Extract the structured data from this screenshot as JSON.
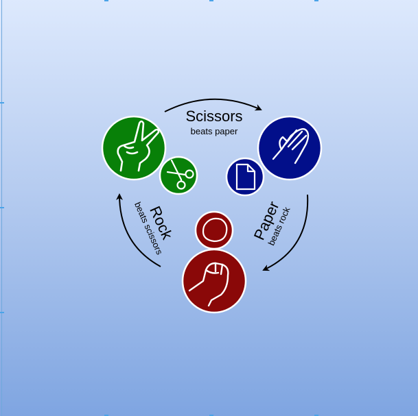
{
  "colors": {
    "scissors": "#088008",
    "paper": "#020f8a",
    "rock": "#8a0808",
    "outline": "#ffffff",
    "arrow": "#000000"
  },
  "labels": {
    "scissors": {
      "name": "Scissors",
      "beats": "beats paper"
    },
    "paper": {
      "name": "Paper",
      "beats": "beats rock"
    },
    "rock": {
      "name": "Rock",
      "beats": "beats scissors"
    }
  },
  "icons": {
    "scissors_hand": "victory-hand-icon",
    "scissors_object": "scissors-icon",
    "paper_hand": "open-hand-icon",
    "paper_object": "document-icon",
    "rock_hand": "fist-icon",
    "rock_object": "stone-icon"
  }
}
